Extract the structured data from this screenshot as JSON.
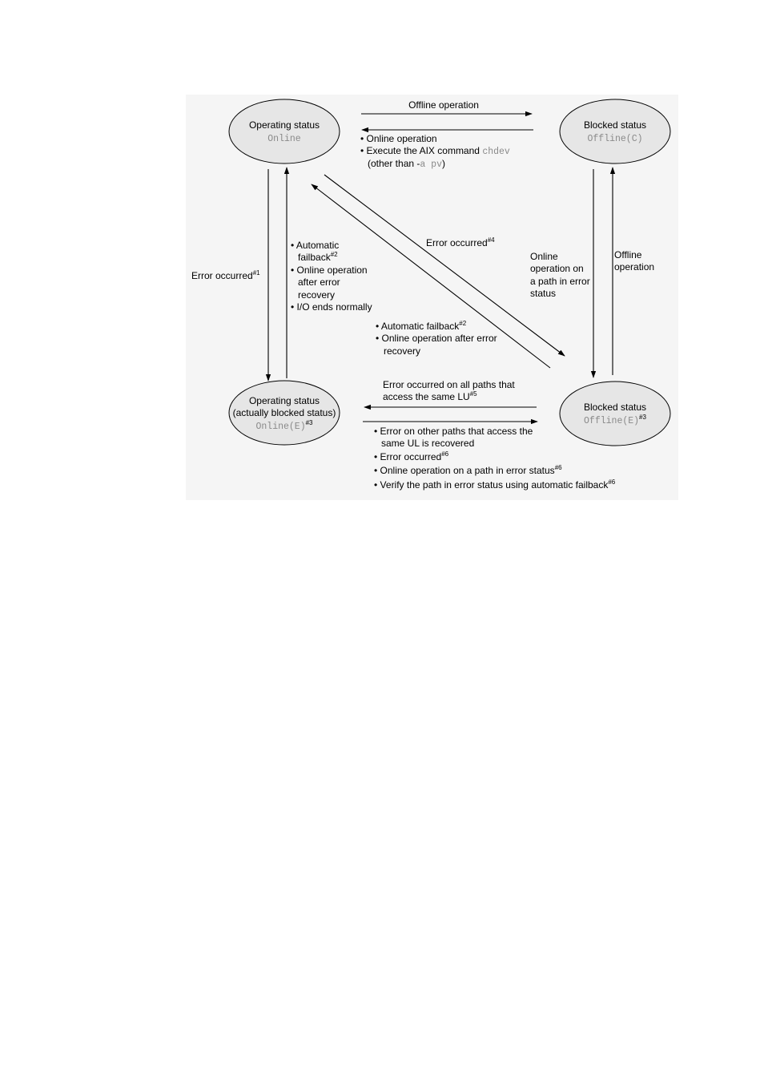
{
  "colors": {
    "panel_bg": "#f5f5f5",
    "node_fill": "#e6e6e6",
    "mono_text": "#8a8a8a"
  },
  "nodes": {
    "online": {
      "title": "Operating status",
      "status": "Online"
    },
    "offline_c": {
      "title": "Blocked status",
      "status": "Offline(C)"
    },
    "online_e": {
      "title": "Operating status",
      "title2": "(actually blocked status)",
      "status": "Online(E)",
      "note": "#3"
    },
    "offline_e": {
      "title": "Blocked status",
      "status": "Offline(E)",
      "note": "#3"
    }
  },
  "transitions": {
    "offline_operation_top": {
      "label": "Offline operation"
    },
    "online_op_top": {
      "item1": "Online operation",
      "item2_prefix": "Execute the AIX command",
      "item2_code": "chdev",
      "item3_prefix": "(other than -",
      "item3_code": "a pv",
      "item3_suffix": ")"
    },
    "error_left": {
      "label": "Error occurred",
      "note": "#1"
    },
    "recover_left": {
      "item1a": "Automatic",
      "item1b": "failback",
      "item1_note": "#2",
      "item2a": "Online operation",
      "item2b": "after error",
      "item2c": "recovery",
      "item3": "I/O ends normally"
    },
    "error_diag": {
      "label": "Error occurred",
      "note": "#4"
    },
    "recover_diag": {
      "item1": "Automatic failback",
      "item1_note": "#2",
      "item2a": "Online operation after error",
      "item2b": "recovery"
    },
    "online_right": {
      "line1": "Online",
      "line2": "operation on",
      "line3": "a path in error",
      "line4": "status"
    },
    "offline_right": {
      "line1": "Offline",
      "line2": "operation"
    },
    "error_all_paths": {
      "line1": "Error occurred on all paths that",
      "line2": "access the same LU",
      "note": "#5"
    },
    "bottom_recover": {
      "item1a": "Error on other paths that access the",
      "item1b": "same UL is recovered",
      "item2": "Error occurred",
      "item2_note": "#6",
      "item3": "Online operation on a path in error status",
      "item3_note": "#6",
      "item4": "Verify the path in error status using automatic failback",
      "item4_note": "#6"
    }
  }
}
